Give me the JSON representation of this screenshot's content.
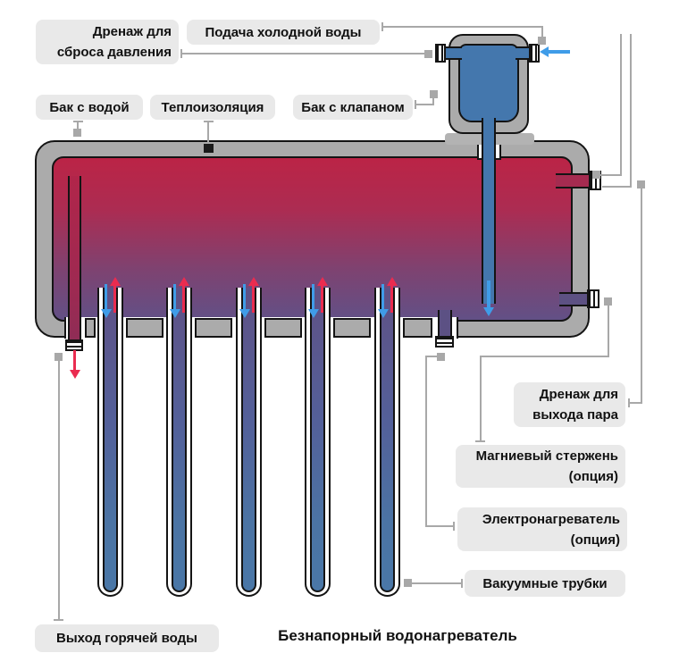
{
  "diagram_title": "Безнапорный водонагреватель",
  "labels": {
    "pressure_drain": [
      "Дренаж для",
      "сброса давления"
    ],
    "cold_water_supply": [
      "Подача холодной воды"
    ],
    "water_tank": [
      "Бак с водой"
    ],
    "thermal_insulation": [
      "Теплоизоляция"
    ],
    "valve_tank": [
      "Бак с клапаном"
    ],
    "steam_drain": [
      "Дренаж для",
      "выхода пара"
    ],
    "magnesium_rod": [
      "Магниевый стержень",
      "(опция)"
    ],
    "electric_heater": [
      "Электронагреватель",
      "(опция)"
    ],
    "vacuum_tubes": [
      "Вакуумные трубки"
    ],
    "hot_water_outlet": [
      "Выход горячей воды"
    ]
  },
  "colors": {
    "hot_water_red": "#bb2446",
    "mixed_purple": "#625086",
    "cold_water_blue": "#4477ad",
    "tube_bottom_blue": "#4a77a7",
    "insulation_gray": "#ababab",
    "label_background": "#e9e9e9",
    "callout_gray": "#a8a8a8",
    "arrow_red": "#ea2c50",
    "arrow_blue": "#3f9ce8"
  },
  "icons": {
    "flow_up": "red-up-arrow",
    "flow_down": "blue-down-arrow",
    "cold_inlet": "blue-left-arrow",
    "hot_outlet": "red-down-arrow"
  }
}
